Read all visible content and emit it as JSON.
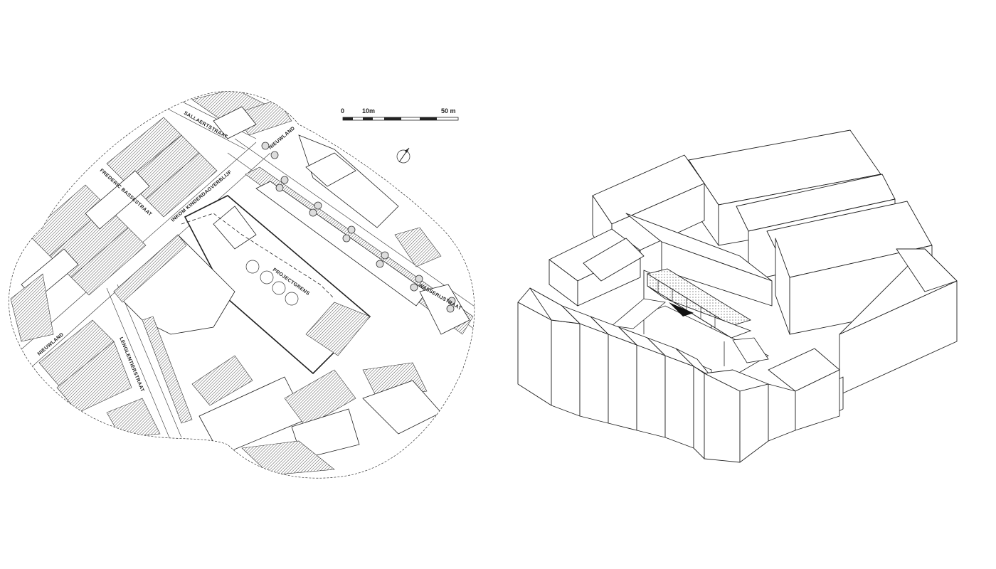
{
  "site_plan": {
    "streets": {
      "sallaertstraat": "SALLAERTSTRAAT",
      "nieuwland_top": "NIEUWLAND",
      "frederic_bassestraat": "FREDERIC BASSESTRAAT",
      "inkom": "INKOM KINDERDAGVERBLIJF",
      "projectgrens": "PROJECTGRENS",
      "wasserijstraat": "WASSERIJSTRAAT",
      "nieuwland_left": "NIEUWLAND",
      "lenglentierstraat": "LENGLENTIERSTRAAT"
    },
    "scale_bar": {
      "label_0": "0",
      "label_10": "10m",
      "label_50": "50 m"
    },
    "north_arrow_icon": "north-arrow-icon"
  },
  "axonometric": {
    "icon": "axonometric-view"
  },
  "colors": {
    "ink": "#222222",
    "paper": "#ffffff",
    "hatch": "#555555"
  }
}
